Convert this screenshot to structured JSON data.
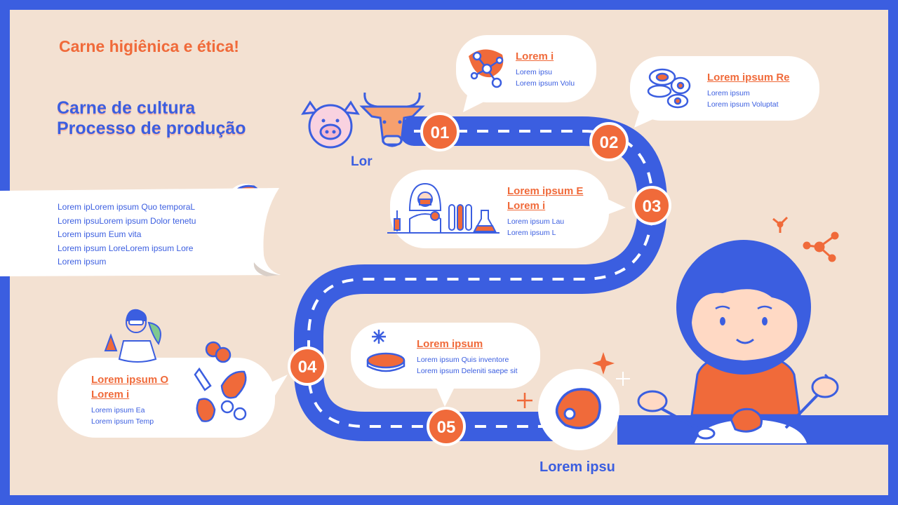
{
  "header": {
    "tagline": "Carne higiênica e ética!",
    "title_line1": "Carne de cultura",
    "title_line2": "Processo de produção"
  },
  "intro": {
    "lines": [
      "Lorem ipLorem ipsum Quo temporaL",
      "Lorem ipsuLorem ipsum Dolor tenetu",
      "Lorem ipsum Eum vita",
      "Lorem ipsum LoreLorem ipsum Lore",
      "Lorem ipsum"
    ]
  },
  "animals": {
    "label": "Lor"
  },
  "steps": [
    {
      "number": "01",
      "title": "Lorem i",
      "lines": [
        "Lorem ipsu",
        "Lorem ipsum Volu"
      ]
    },
    {
      "number": "02",
      "title": "Lorem ipsum Re",
      "lines": [
        "Lorem ipsum",
        "Lorem ipsum Voluptat"
      ]
    },
    {
      "number": "03",
      "title_line1": "Lorem ipsum E",
      "title_line2": "Lorem i",
      "lines": [
        "Lorem ipsum Lau",
        "Lorem ipsum L"
      ]
    },
    {
      "number": "04",
      "title_line1": "Lorem ipsum O",
      "title_line2": "Lorem i",
      "lines": [
        "Lorem ipsum Ea",
        "Lorem ipsum Temp"
      ]
    },
    {
      "number": "05",
      "title": "Lorem ipsum",
      "lines": [
        "Lorem ipsum Quis inventore",
        "Lorem ipsum Deleniti saepe sit"
      ]
    }
  ],
  "final": {
    "label": "Lorem ipsu"
  },
  "colors": {
    "blue": "#3b5ee0",
    "orange": "#f06a3a",
    "background": "#f3e1d2",
    "skin": "#ffd9c4"
  },
  "icons": [
    "pig-icon",
    "cow-icon",
    "molecule-icon",
    "cells-icon",
    "steak-icon",
    "scientist-lab-icon",
    "petri-dish-icon",
    "meat-cells-icon",
    "child-eating-icon"
  ]
}
